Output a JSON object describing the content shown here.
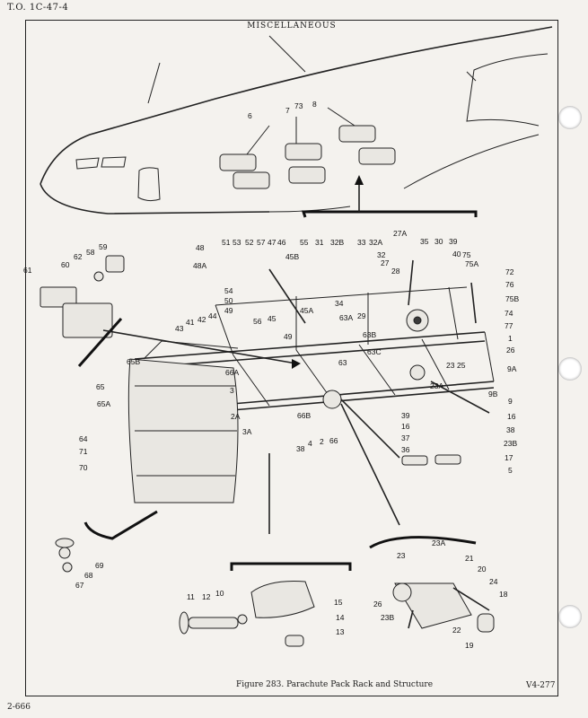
{
  "header": {
    "to_number": "T.O. 1C-47-4",
    "section_title": "MISCELLANEOUS"
  },
  "figure": {
    "caption": "Figure 283.  Parachute Pack Rack and Structure",
    "code": "V4-277"
  },
  "footer": {
    "page_number": "2-666"
  },
  "callouts": {
    "c6": "6",
    "c7": "7",
    "c73": "73",
    "c8": "8",
    "c48": "48",
    "c51": "51",
    "c53": "53",
    "c52": "52",
    "c57": "57",
    "c47": "47",
    "c46": "46",
    "c55": "55",
    "c31": "31",
    "c32B": "32B",
    "c33": "33",
    "c32A": "32A",
    "c27A": "27A",
    "c35": "35",
    "c30": "30",
    "c39": "39",
    "c40": "40",
    "c48A": "48A",
    "c45B": "45B",
    "c32": "32",
    "c27": "27",
    "c28": "28",
    "c75": "75",
    "c75A": "75A",
    "c72": "72",
    "c76": "76",
    "c75B": "75B",
    "c61": "61",
    "c60": "60",
    "c62": "62",
    "c58": "58",
    "c59": "59",
    "c54": "54",
    "c50": "50",
    "c49": "49",
    "c45A": "45A",
    "c34": "34",
    "c29": "29",
    "c74": "74",
    "c77": "77",
    "c1": "1",
    "c26": "26",
    "c44": "44",
    "c42": "42",
    "c41": "41",
    "c43": "43",
    "c56": "56",
    "c45": "45",
    "c63A": "63A",
    "c63B": "63B",
    "c49b": "49",
    "c63": "63",
    "c63C": "63C",
    "c65B": "65B",
    "c66A": "66A",
    "c9A": "9A",
    "c23": "23",
    "c25": "25",
    "c23A": "23A",
    "c65": "65",
    "c65A": "65A",
    "c3": "3",
    "c9B": "9B",
    "c9": "9",
    "c16": "16",
    "c2A": "2A",
    "c66B": "66B",
    "c39b": "39",
    "c16b": "16",
    "c38": "38",
    "c64": "64",
    "c71": "71",
    "c3A": "3A",
    "c38b": "38",
    "c4": "4",
    "c2": "2",
    "c66": "66",
    "c37": "37",
    "c36": "36",
    "c23B": "23B",
    "c17": "17",
    "c5": "5",
    "c70": "70",
    "c69": "69",
    "c68": "68",
    "c67": "67",
    "c23c": "23",
    "c23Ab": "23A",
    "c21": "21",
    "c20": "20",
    "c24": "24",
    "c18": "18",
    "c26b": "26",
    "c23Bb": "23B",
    "c22": "22",
    "c19": "19",
    "c11": "11",
    "c12": "12",
    "c10": "10",
    "c15": "15",
    "c14": "14",
    "c13": "13"
  }
}
